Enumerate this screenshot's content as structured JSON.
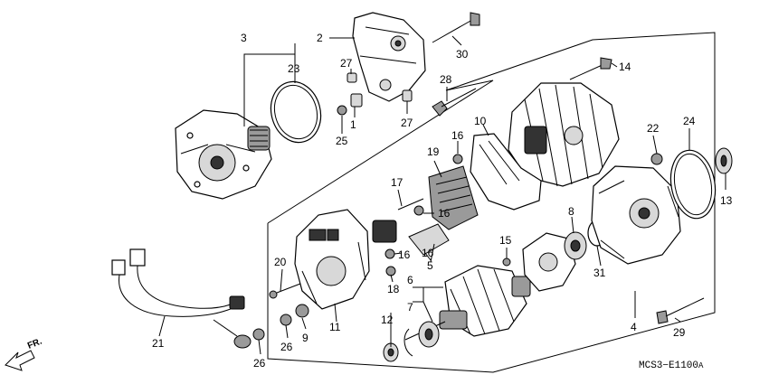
{
  "diagram_code": "MCS3−E1100",
  "diagram_code_suffix": "A",
  "direction_label": "FR.",
  "callouts": {
    "p1": "1",
    "p2": "2",
    "p3": "3",
    "p4": "4",
    "p5": "5",
    "p6": "6",
    "p7": "7",
    "p8": "8",
    "p9": "9",
    "p10": "10",
    "p11": "11",
    "p12": "12",
    "p13": "13",
    "p14": "14",
    "p15": "15",
    "p16a": "16",
    "p16b": "16",
    "p16c": "16",
    "p16d": "16",
    "p17": "17",
    "p18": "18",
    "p19": "19",
    "p20": "20",
    "p21": "21",
    "p22": "22",
    "p23": "23",
    "p24": "24",
    "p25": "25",
    "p26a": "26",
    "p26b": "26",
    "p27a": "27",
    "p27b": "27",
    "p28": "28",
    "p29": "29",
    "p30": "30",
    "p31": "31"
  }
}
